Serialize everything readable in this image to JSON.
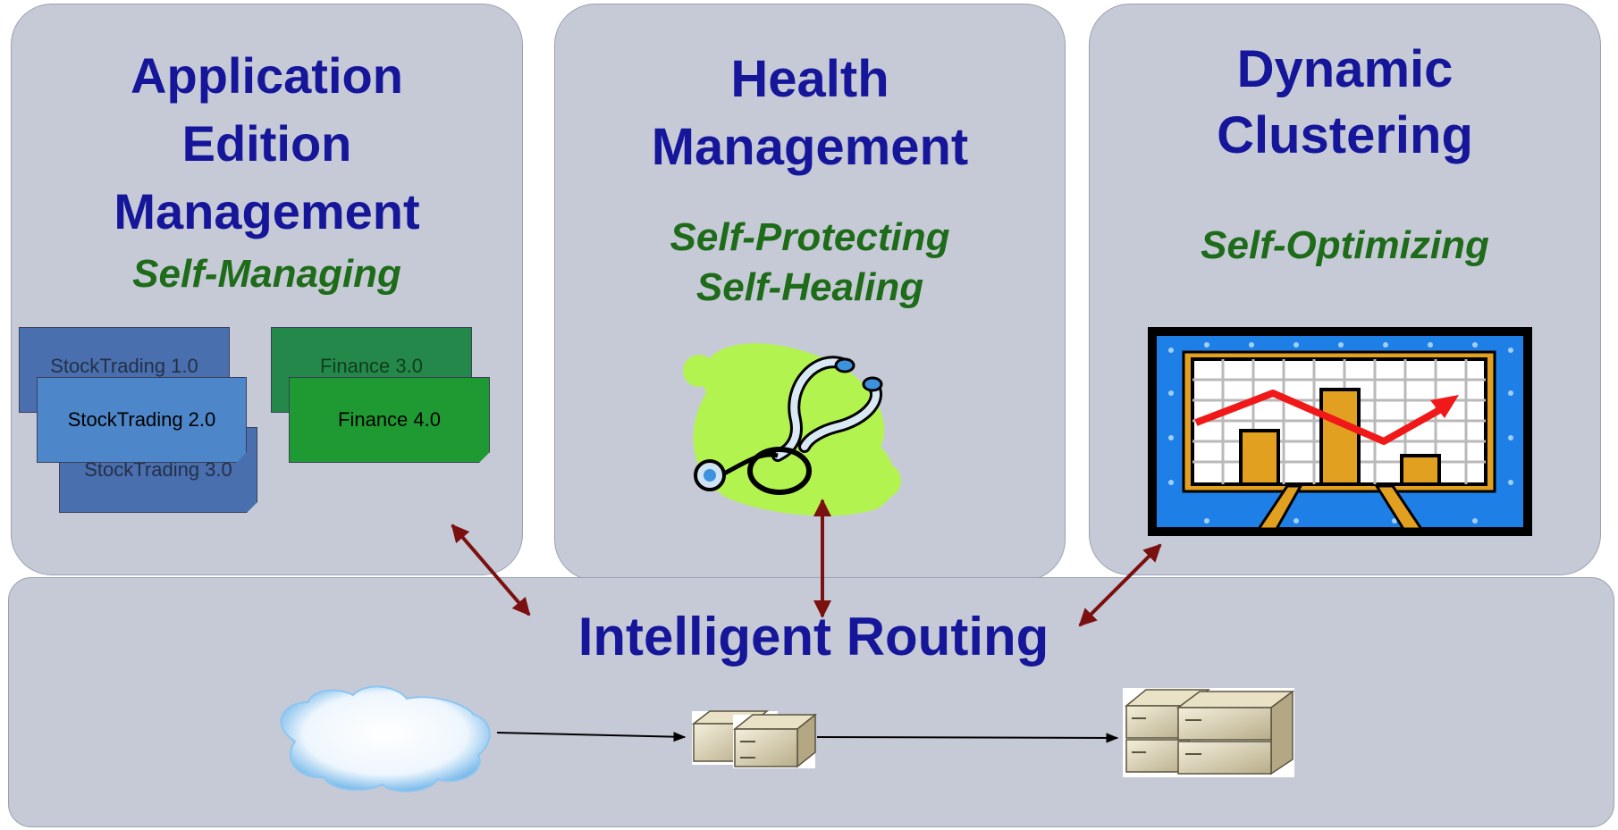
{
  "panels": {
    "edition": {
      "title": [
        "Application",
        "Edition",
        "Management"
      ],
      "subtitle": [
        "Self-Managing"
      ],
      "cards": [
        "StockTrading 1.0",
        "StockTrading 2.0",
        "StockTrading 3.0",
        "Finance 3.0",
        "Finance 4.0"
      ]
    },
    "health": {
      "title": [
        "Health",
        "Management"
      ],
      "subtitle": [
        "Self-Protecting",
        "Self-Healing"
      ]
    },
    "clustering": {
      "title": [
        "Dynamic",
        "Clustering"
      ],
      "subtitle": [
        "Self-Optimizing"
      ]
    },
    "routing": {
      "title": "Intelligent Routing"
    }
  },
  "icons": [
    "stethoscope-icon",
    "chart-easel-icon",
    "cloud-icon",
    "server-pair-icon",
    "server-cluster-icon"
  ],
  "colors": {
    "panel": "#c6cad6",
    "title": "#15169a",
    "subtitle": "#1e6b19",
    "arrow": "#7a1010"
  }
}
